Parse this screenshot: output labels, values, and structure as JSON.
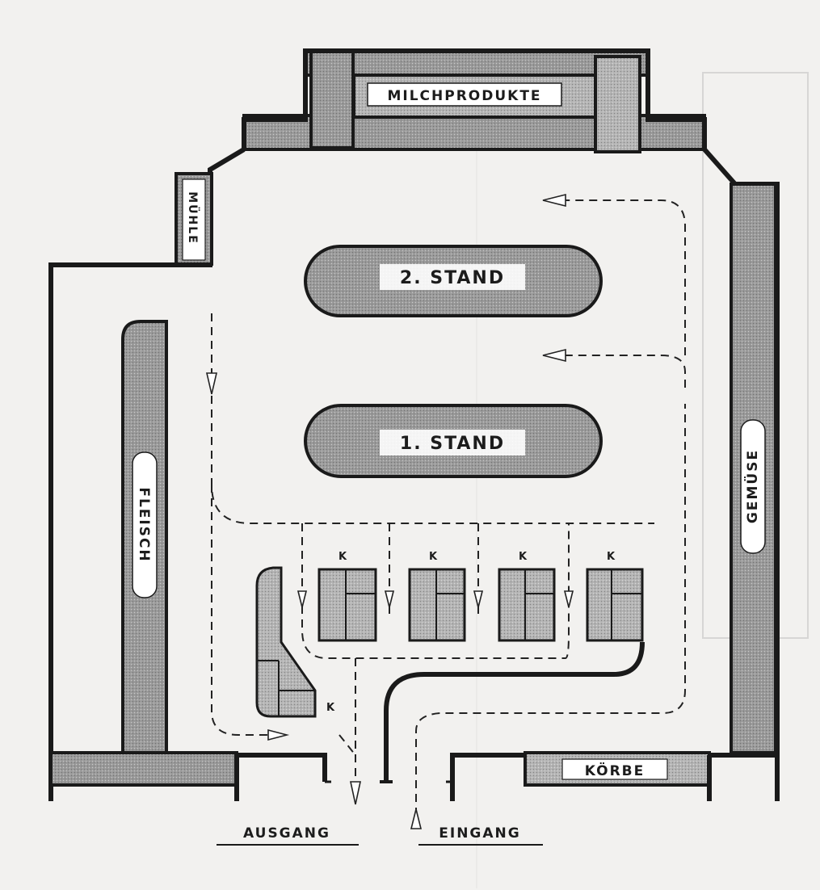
{
  "labels": {
    "milchprodukte": "MILCHPRODUKTE",
    "muehle": "MÜHLE",
    "stand2": "2. STAND",
    "stand1": "1. STAND",
    "fleisch": "FLEISCH",
    "gemuese": "GEMÜSE",
    "koerbe": "KÖRBE",
    "k": "K",
    "ausgang": "AUSGANG",
    "eingang": "EINGANG"
  },
  "colors": {
    "wall": "#1a1a1a",
    "fixture": "#8f8f8f",
    "fixture_light": "#a9a9a9",
    "paper": "#f2f1ef"
  }
}
